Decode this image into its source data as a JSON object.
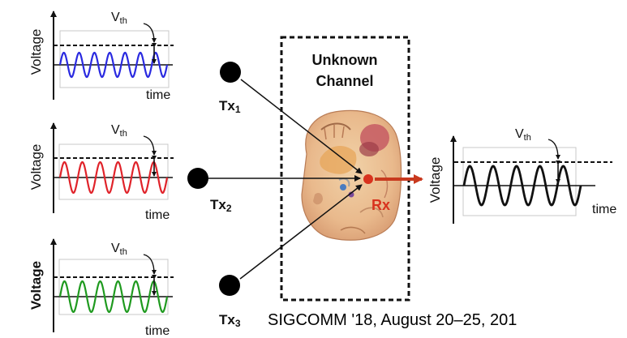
{
  "colors": {
    "wave_tx1": "#2a2ae0",
    "wave_tx2": "#e0232a",
    "wave_tx3": "#1f9a1f",
    "wave_rx": "#111111",
    "rx_label": "#d8321e",
    "rx_arrow": "#c8391e"
  },
  "plots": [
    {
      "id": "tx1",
      "ylabel": "Voltage",
      "xlabel": "time",
      "threshold_label": "V",
      "threshold_sub": "th"
    },
    {
      "id": "tx2",
      "ylabel": "Voltage",
      "xlabel": "time",
      "threshold_label": "V",
      "threshold_sub": "th"
    },
    {
      "id": "tx3",
      "ylabel": "Voltage",
      "xlabel": "time",
      "threshold_label": "V",
      "threshold_sub": "th"
    },
    {
      "id": "rx",
      "ylabel": "Voltage",
      "xlabel": "time",
      "threshold_label": "V",
      "threshold_sub": "th"
    }
  ],
  "transmitters": [
    {
      "label": "Tx",
      "sub": "1"
    },
    {
      "label": "Tx",
      "sub": "2"
    },
    {
      "label": "Tx",
      "sub": "3"
    }
  ],
  "channel": {
    "title_line1": "Unknown",
    "title_line2": "Channel"
  },
  "receiver": {
    "label": "Rx"
  },
  "footer": {
    "text": "SIGCOMM '18, August 20–25, 201"
  }
}
